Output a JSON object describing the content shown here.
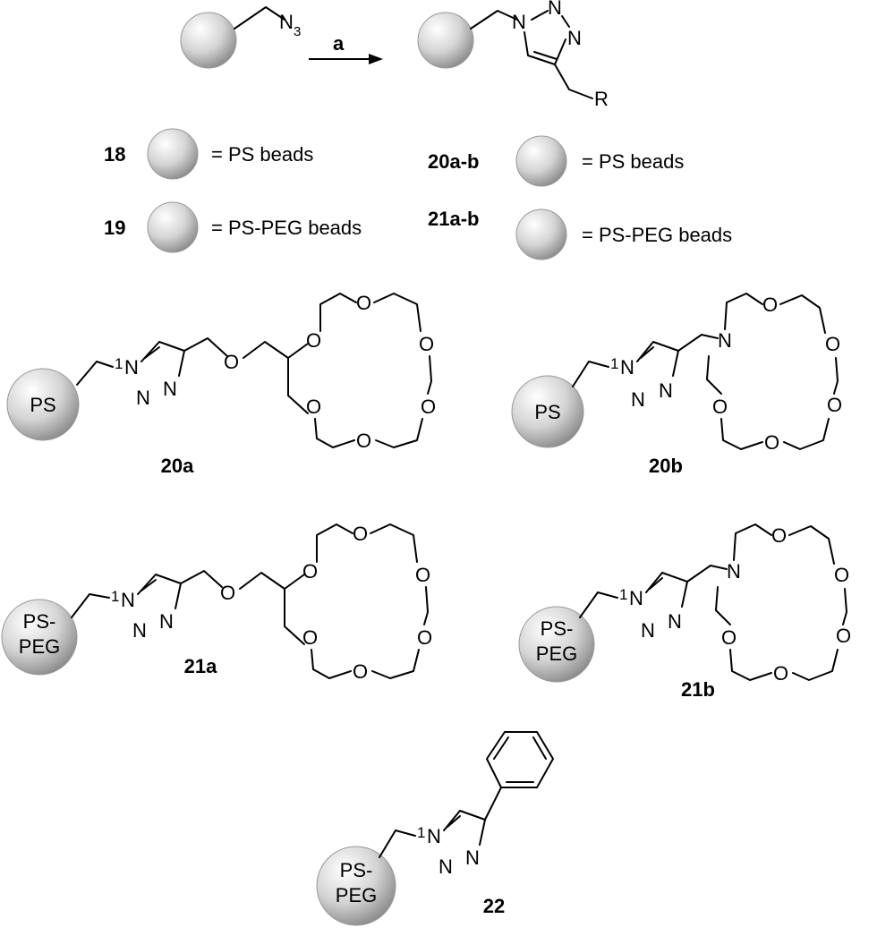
{
  "reaction": {
    "reagent_label": "a",
    "azide_group": "N",
    "azide_subscript": "3",
    "r_group": "R",
    "triazole_atoms": [
      "N",
      "N",
      "N"
    ]
  },
  "legend": {
    "left": [
      {
        "compound": "18",
        "meaning": "= PS beads"
      },
      {
        "compound": "19",
        "meaning": "= PS-PEG beads"
      }
    ],
    "right": [
      {
        "compound": "20a-b",
        "meaning": "= PS beads"
      },
      {
        "compound": "21a-b",
        "meaning": "= PS-PEG beads"
      }
    ]
  },
  "structures": {
    "c20a": {
      "label": "20a",
      "bead": "PS"
    },
    "c20b": {
      "label": "20b",
      "bead": "PS"
    },
    "c21a": {
      "label": "21a",
      "bead_line1": "PS-",
      "bead_line2": "PEG"
    },
    "c21b": {
      "label": "21b",
      "bead_line1": "PS-",
      "bead_line2": "PEG"
    },
    "c22": {
      "label": "22",
      "bead_line1": "PS-",
      "bead_line2": "PEG"
    }
  },
  "atoms": {
    "oxygen": "O",
    "nitrogen": "N",
    "n1_locant": "1"
  }
}
